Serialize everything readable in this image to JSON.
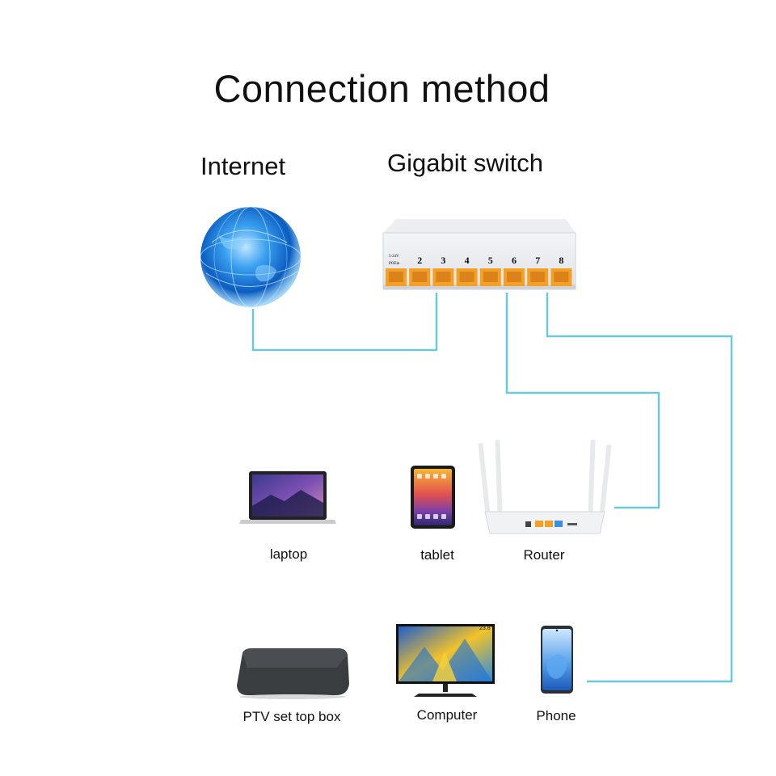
{
  "diagram": {
    "title": "Connection method",
    "internet_label": "Internet",
    "switch_label": "Gigabit switch",
    "switch_port_numbers": [
      "2",
      "3",
      "4",
      "5",
      "6",
      "7",
      "8"
    ],
    "switch_port1_text": [
      "5-24V",
      "POEin"
    ],
    "monitor_size_text": "23.8\"",
    "devices": {
      "laptop": "laptop",
      "tablet": "tablet",
      "router": "Router",
      "settop": "PTV set top box",
      "computer": "Computer",
      "phone": "Phone"
    },
    "colors": {
      "cable": "#6cc8dc",
      "port_orange": "#f5a025",
      "globe_blue": "#1e7fd6"
    }
  }
}
